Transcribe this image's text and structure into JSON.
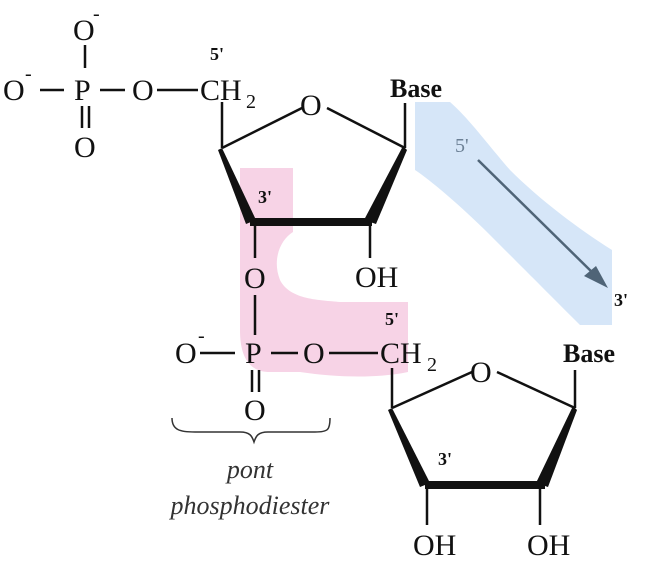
{
  "labels": {
    "oxygen": "O",
    "oxygen_minus": "O",
    "charge": "-",
    "phosphorus": "P",
    "ch": "CH",
    "sub2": "2",
    "base": "Base",
    "oh": "OH",
    "five_prime": "5'",
    "three_prime": "3'"
  },
  "bridge_caption": {
    "line1": "pont",
    "line2": "phosphodiester"
  },
  "direction_arrow": {
    "start": "5'",
    "end": "3'"
  },
  "colors": {
    "bond_highlight": "#f7d3e6",
    "direction_highlight": "#d6e6f8",
    "arrow": "#4f6477"
  }
}
